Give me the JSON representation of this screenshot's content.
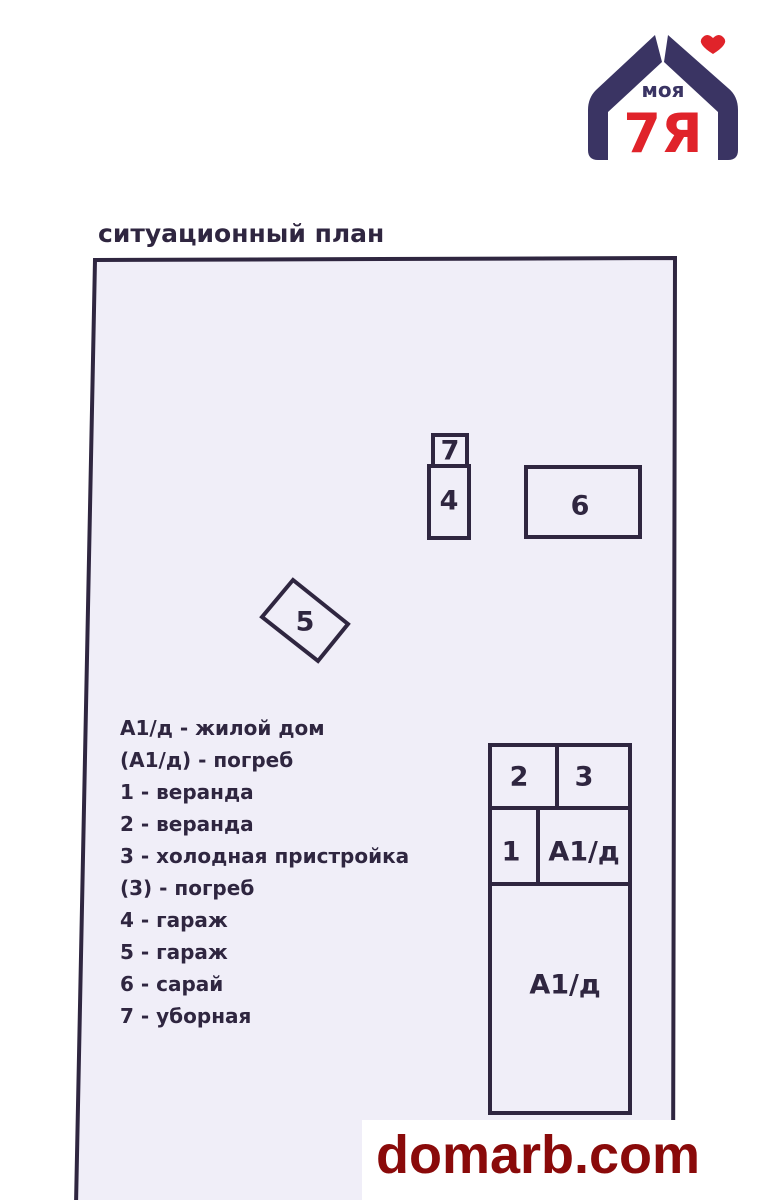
{
  "title": "ситуационный план",
  "logo": {
    "top_text": "моя",
    "main_text": "7Я",
    "colors": {
      "house": "#3a3463",
      "text_red": "#e0232a"
    }
  },
  "buildings": {
    "b7": "7",
    "b4": "4",
    "b6": "6",
    "b5": "5",
    "house": {
      "room2": "2",
      "room3": "3",
      "room1": "1",
      "main_upper": "А1/д",
      "main_lower": "А1/д"
    }
  },
  "legend": [
    "А1/д - жилой дом",
    "(А1/д) - погреб",
    "1 - веранда",
    "2 - веранда",
    "3 - холодная пристройка",
    "(3) - погреб",
    "4 - гараж",
    "5 - гараж",
    "6 - сарай",
    "7 - уборная"
  ],
  "watermark": "domarb.com",
  "colors": {
    "line": "#2f2640",
    "fill": "#f0eef8",
    "watermark": "#8a0a0a"
  }
}
